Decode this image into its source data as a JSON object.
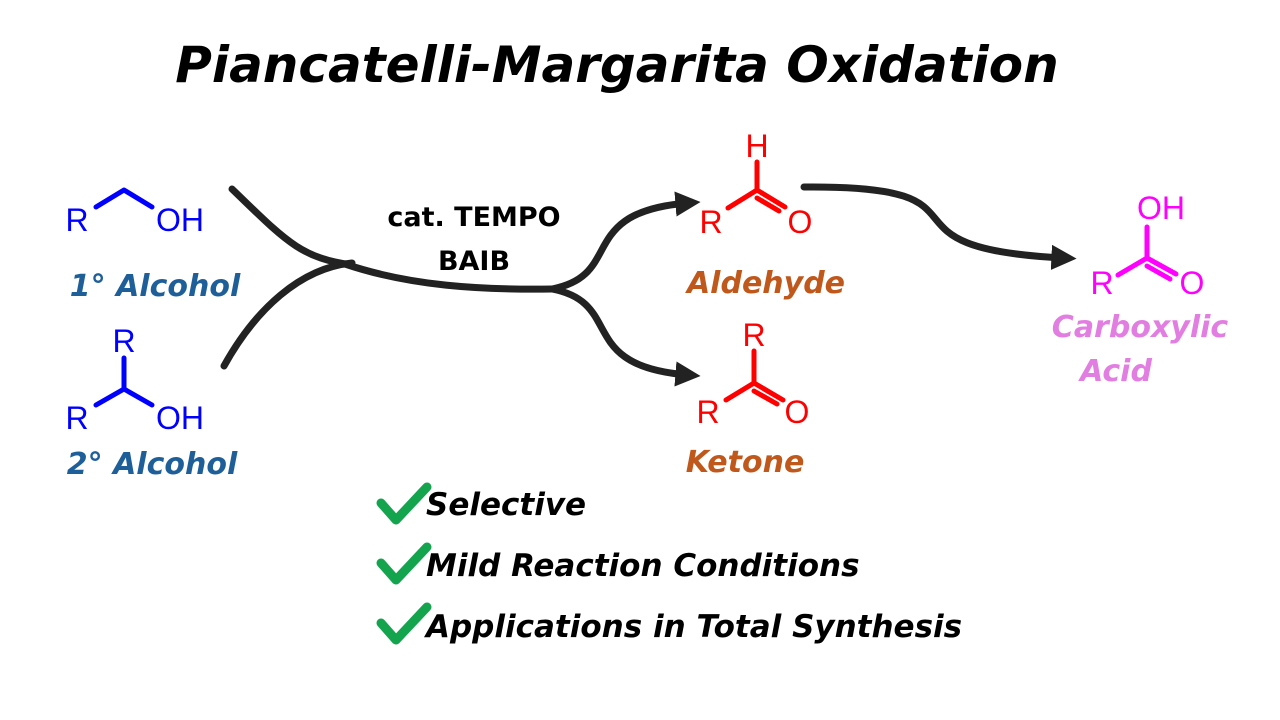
{
  "title": "Piancatelli-Margarita Oxidation",
  "conditions": {
    "line1": "cat. TEMPO",
    "line2": "BAIB"
  },
  "colors": {
    "reactant": "#0000ff",
    "reactant_label": "#1f5f99",
    "product": "#ff0000",
    "product_label": "#c0581c",
    "acid": "#ff00ff",
    "acid_label": "#e27ee2",
    "arrow": "#222222",
    "check": "#14a44d"
  },
  "reactants": {
    "primary": {
      "atoms": {
        "r": "R",
        "oh": "OH"
      },
      "label": "1° Alcohol"
    },
    "secondary": {
      "atoms": {
        "r_top": "R",
        "r": "R",
        "oh": "OH"
      },
      "label": "2° Alcohol"
    }
  },
  "products": {
    "aldehyde": {
      "atoms": {
        "h": "H",
        "r": "R",
        "o": "O"
      },
      "label": "Aldehyde"
    },
    "ketone": {
      "atoms": {
        "r_top": "R",
        "r": "R",
        "o": "O"
      },
      "label": "Ketone"
    },
    "acid": {
      "atoms": {
        "oh": "OH",
        "r": "R",
        "o": "O"
      },
      "label_line1": "Carboxylic",
      "label_line2": "Acid"
    }
  },
  "features": [
    {
      "text": "Selective",
      "icon": "checkmark-icon"
    },
    {
      "text": "Mild Reaction Conditions",
      "icon": "checkmark-icon"
    },
    {
      "text": "Applications in Total Synthesis",
      "icon": "checkmark-icon"
    }
  ]
}
